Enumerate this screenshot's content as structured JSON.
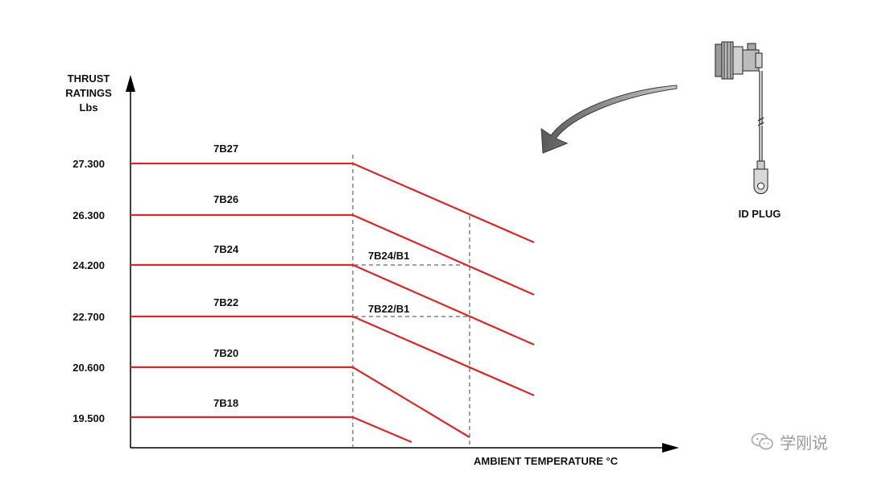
{
  "chart_data": {
    "type": "line",
    "y_axis_title_lines": [
      "THRUST",
      "RATINGS",
      "Lbs"
    ],
    "xlabel": "AMBIENT TEMPERATURE °C",
    "y_tick_labels": [
      "27.300",
      "26.300",
      "24.200",
      "22.700",
      "20.600",
      "19.500"
    ],
    "series": [
      {
        "name": "7B27",
        "thrust_lbs": 27300
      },
      {
        "name": "7B26",
        "thrust_lbs": 26300
      },
      {
        "name": "7B24",
        "thrust_lbs": 24200
      },
      {
        "name": "7B22",
        "thrust_lbs": 22700
      },
      {
        "name": "7B20",
        "thrust_lbs": 20600
      },
      {
        "name": "7B18",
        "thrust_lbs": 19500
      }
    ],
    "bump_annotations": [
      "7B24/B1",
      "7B22/B1"
    ],
    "line_color": "#d42a2a",
    "grid": false
  },
  "id_plug": {
    "label": "ID PLUG"
  },
  "watermark": {
    "text": "学刚说"
  }
}
